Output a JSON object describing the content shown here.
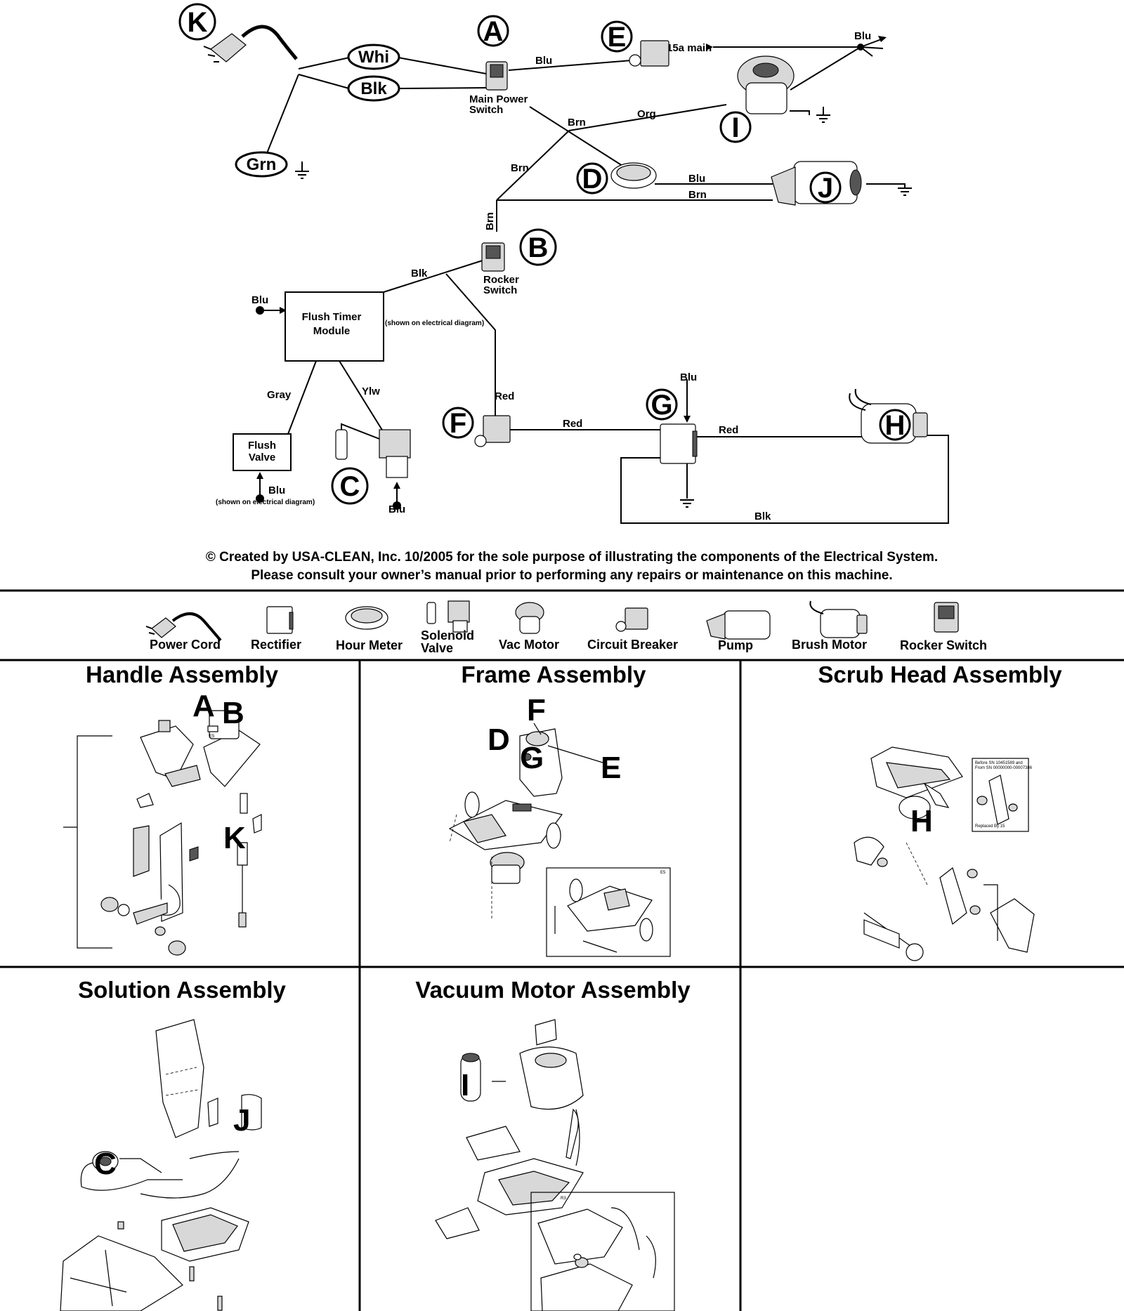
{
  "callouts": {
    "A": "A",
    "B": "B",
    "C": "C",
    "D": "D",
    "E": "E",
    "F": "F",
    "G": "G",
    "H": "H",
    "I": "I",
    "J": "J",
    "K": "K"
  },
  "wires": {
    "whi": "Whi",
    "blk": "Blk",
    "grn": "Grn",
    "blu": "Blu",
    "brn": "Brn",
    "org": "Org",
    "red": "Red",
    "gray": "Gray",
    "ylw": "Ylw",
    "main_15a": "15a main"
  },
  "components": {
    "main_power_switch": [
      "Main Power",
      "Switch"
    ],
    "rocker_switch": [
      "Rocker",
      "Switch"
    ],
    "flush_timer_module": [
      "Flush Timer",
      "Module"
    ],
    "flush_valve": [
      "Flush",
      "Valve"
    ],
    "shown_on_electrical": "(shown on electrical diagram)"
  },
  "copyright": [
    "© Created by USA-CLEAN, Inc. 10/2005 for the sole purpose of illustrating the components of the Electrical System.",
    "Please consult your owner’s manual prior to performing any repairs or maintenance on this machine."
  ],
  "legend": {
    "power_cord": "Power Cord",
    "rectifier": "Rectifier",
    "hour_meter": "Hour Meter",
    "solenoid_valve": [
      "Solenoid",
      "Valve"
    ],
    "vac_motor": "Vac Motor",
    "circuit_breaker": "Circuit Breaker",
    "pump": "Pump",
    "brush_motor": "Brush Motor",
    "rocker_switch": "Rocker Switch"
  },
  "assemblies": {
    "handle": "Handle Assembly",
    "frame": "Frame Assembly",
    "scrub_head": "Scrub Head Assembly",
    "solution": "Solution Assembly",
    "vacuum_motor": "Vacuum Motor Assembly"
  },
  "exploded_labels": {
    "e5": "E5",
    "r3": "R3",
    "before_sn": [
      "Before SN 10451589 and",
      "From SN 00000000-00007386"
    ],
    "replaced_by": "Replaced By 15"
  }
}
